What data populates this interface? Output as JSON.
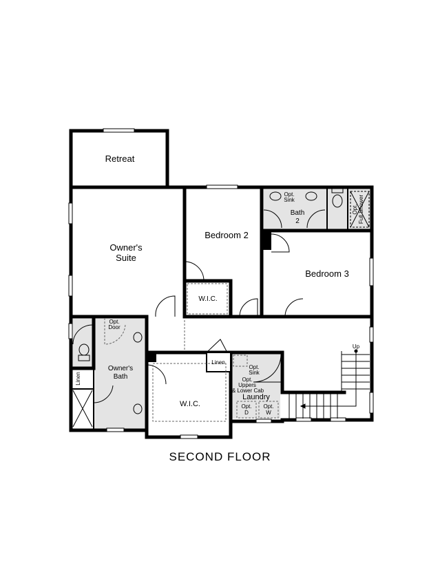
{
  "rooms": {
    "retreat": "Retreat",
    "owners_suite": [
      "Owner's",
      "Suite"
    ],
    "bedroom2": "Bedroom 2",
    "bedroom3": "Bedroom 3",
    "bath2": [
      "Bath",
      "2"
    ],
    "wic_bed2": "W.I.C.",
    "owners_bath": [
      "Owner's",
      "Bath"
    ],
    "wic_owner": "W.I.C.",
    "laundry": "Laundry",
    "linen_bath": "Linen",
    "linen_hall": "Linen"
  },
  "notes": {
    "opt_sink_bath2": [
      "Opt.",
      "Sink"
    ],
    "opt_full_shower": [
      "Opt.",
      "Full Shower"
    ],
    "opt_door": [
      "Opt.",
      "Door"
    ],
    "opt_sink_laundry": [
      "Opt.",
      "Sink"
    ],
    "opt_uppers": [
      "Opt.",
      "Uppers",
      "& Lower Cab"
    ],
    "opt_dryer": [
      "Opt.",
      "D"
    ],
    "opt_washer": [
      "Opt.",
      "W"
    ],
    "stairs_up": "Up"
  },
  "title": "SECOND FLOOR"
}
